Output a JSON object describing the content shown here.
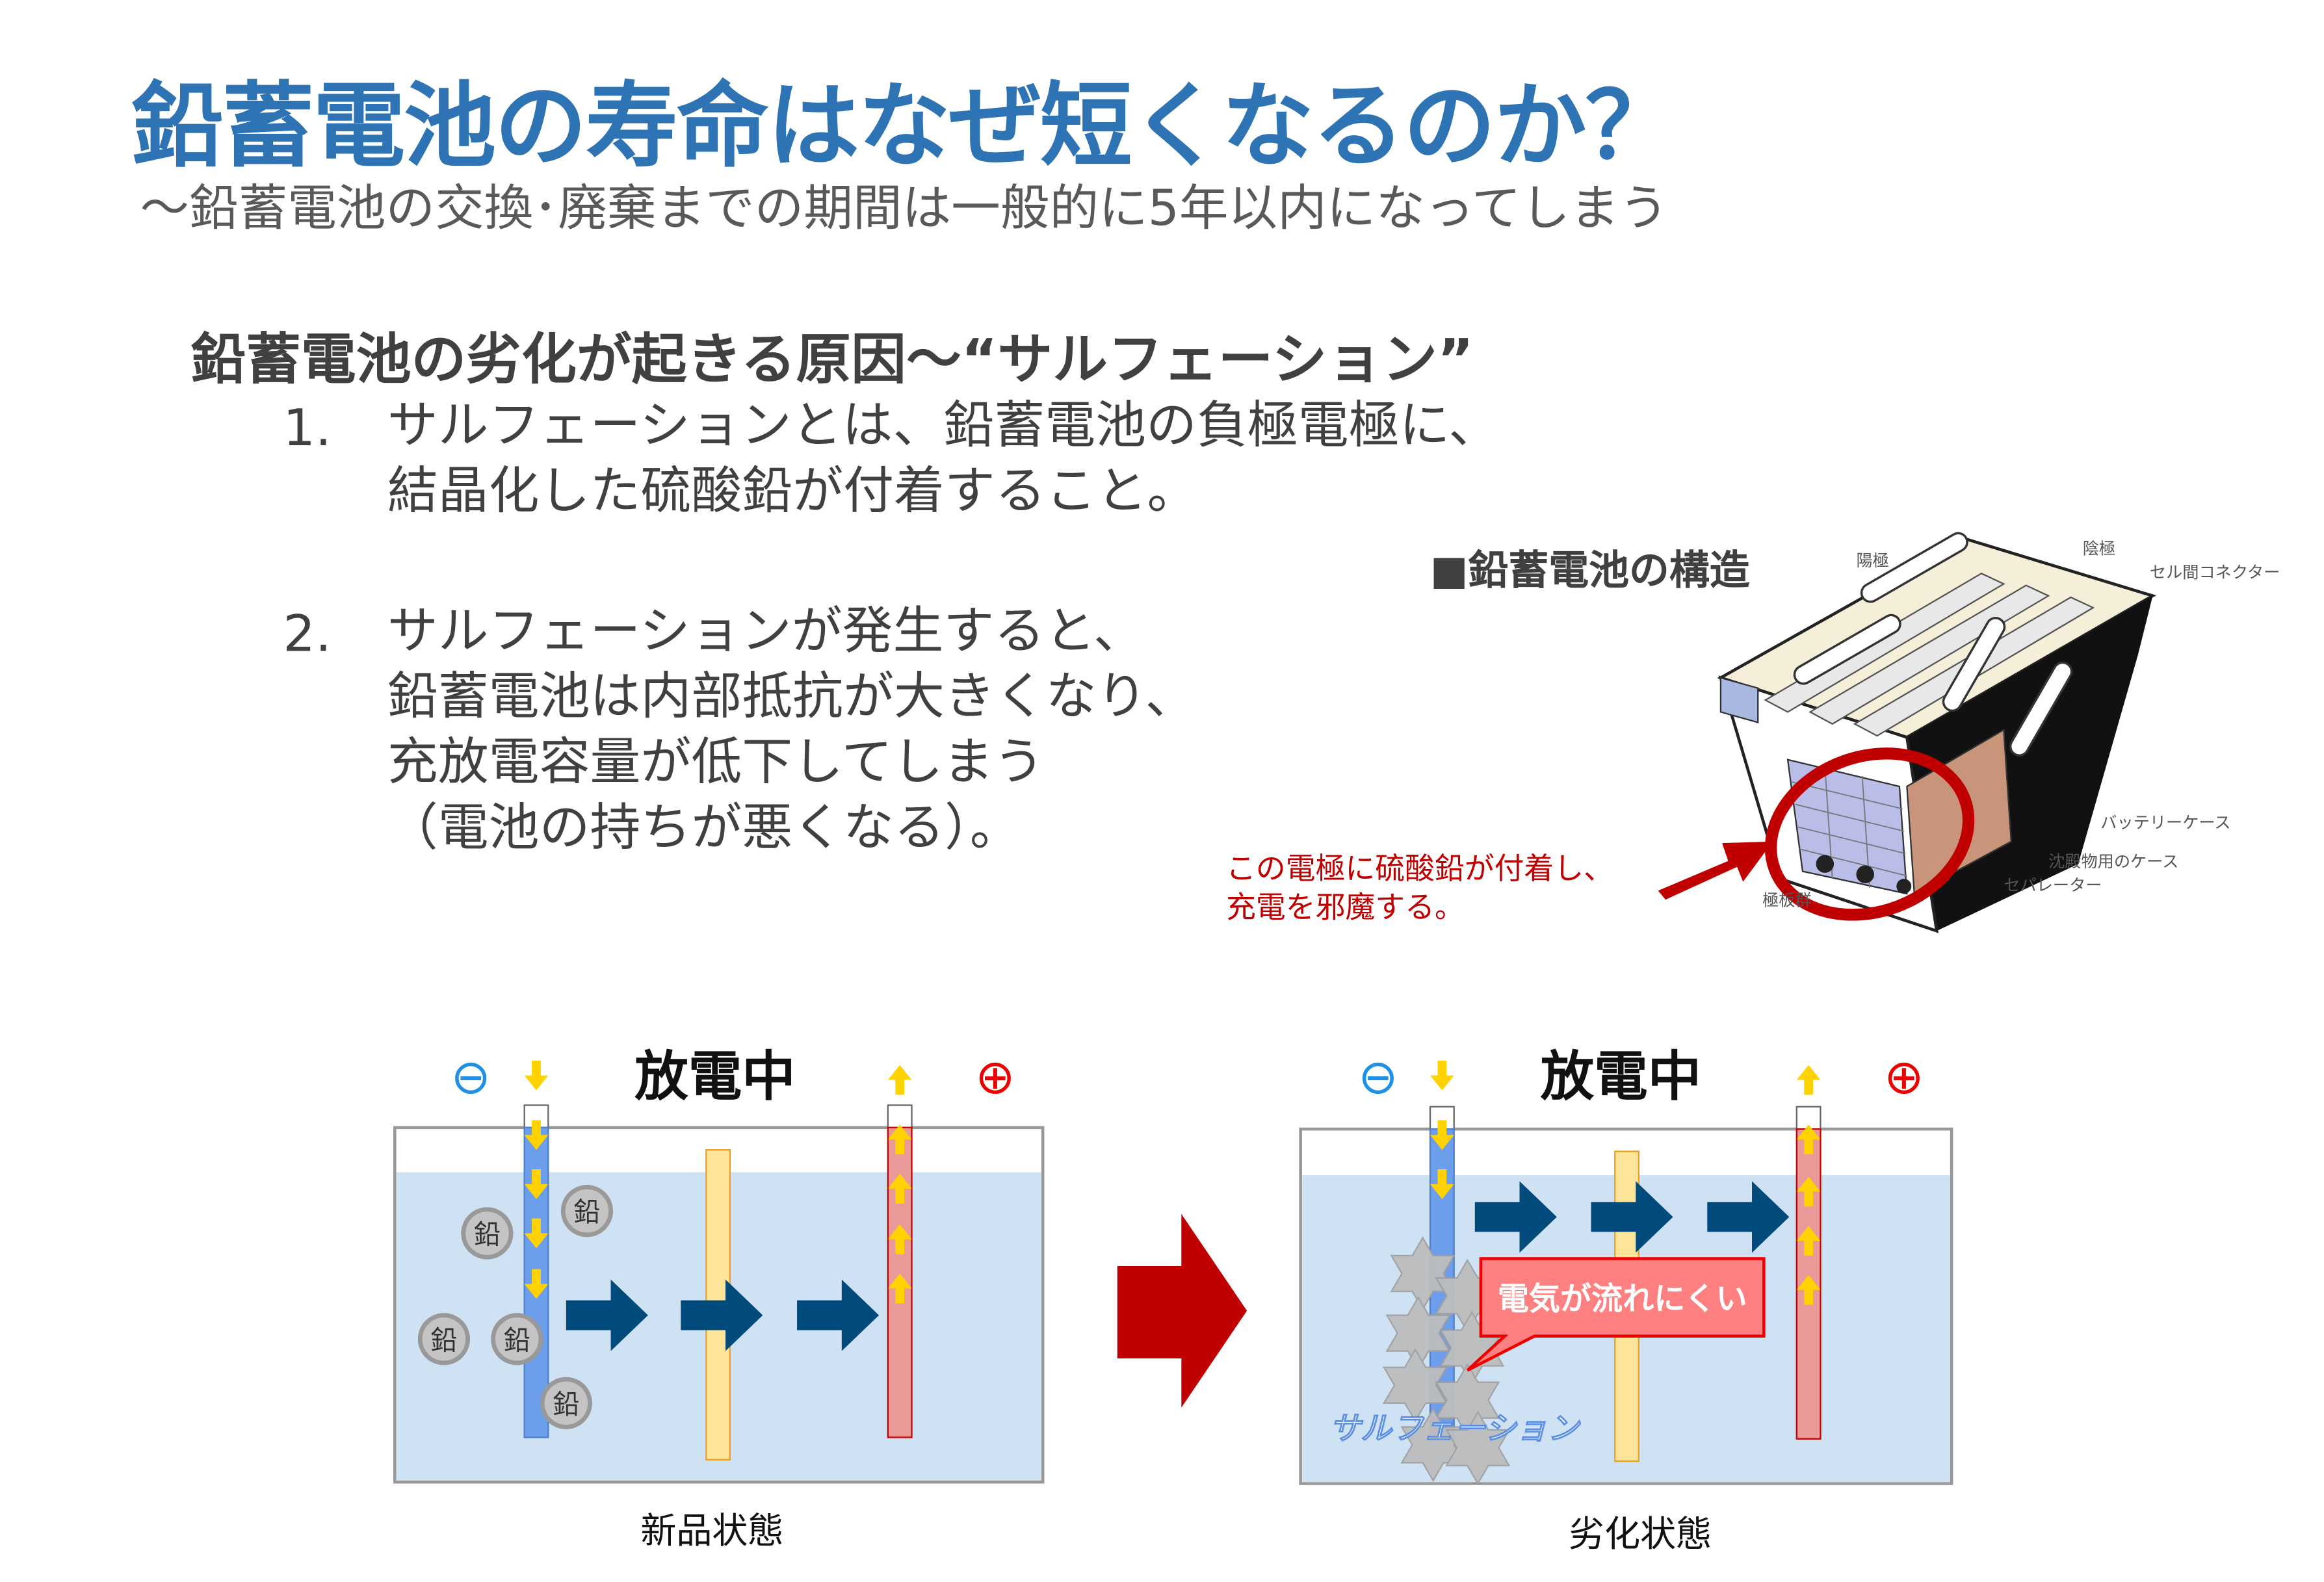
{
  "title": "鉛蓄電池の寿命はなぜ短くなるのか？",
  "subtitle": "～鉛蓄電池の交換･廃棄までの期間は一般的に5年以内になってしまう",
  "section_heading": "鉛蓄電池の劣化が起きる原因～“サルフェーション”",
  "list": [
    {
      "number": "1.",
      "lines": [
        "サルフェーションとは、鉛蓄電池の負極電極に、",
        "結晶化した硫酸鉛が付着すること。"
      ]
    },
    {
      "number": "2.",
      "lines": [
        "サルフェーションが発生すると、",
        "鉛蓄電池は内部抵抗が大きくなり、",
        "充放電容量が低下してしまう",
        "（電池の持ちが悪くなる）。"
      ]
    }
  ],
  "structure": {
    "label": "■鉛蓄電池の構造",
    "parts": [
      "陽極",
      "陰極",
      "セル間コネクター",
      "バッテリーケース",
      "沈殿物用のケース",
      "セパレーター",
      "極板群"
    ],
    "caption_lines": [
      "この電極に硫酸鉛が付着し、",
      "充電を邪魔する。"
    ]
  },
  "diagrams": {
    "new": {
      "title": "放電中",
      "label": "新品状態",
      "lead": "鉛",
      "minus": "⊖",
      "plus": "⊕"
    },
    "degraded": {
      "title": "放電中",
      "label": "劣化状態",
      "callout": "電気が流れにくい",
      "sulfation": "サルフェーション",
      "minus": "⊖",
      "plus": "⊕"
    }
  },
  "colors": {
    "title": "#2e74b5",
    "accent_red": "#c00000",
    "electrolyte": "#cfe2f3",
    "arrow": "#004a7c",
    "electron": "#ffd200"
  }
}
